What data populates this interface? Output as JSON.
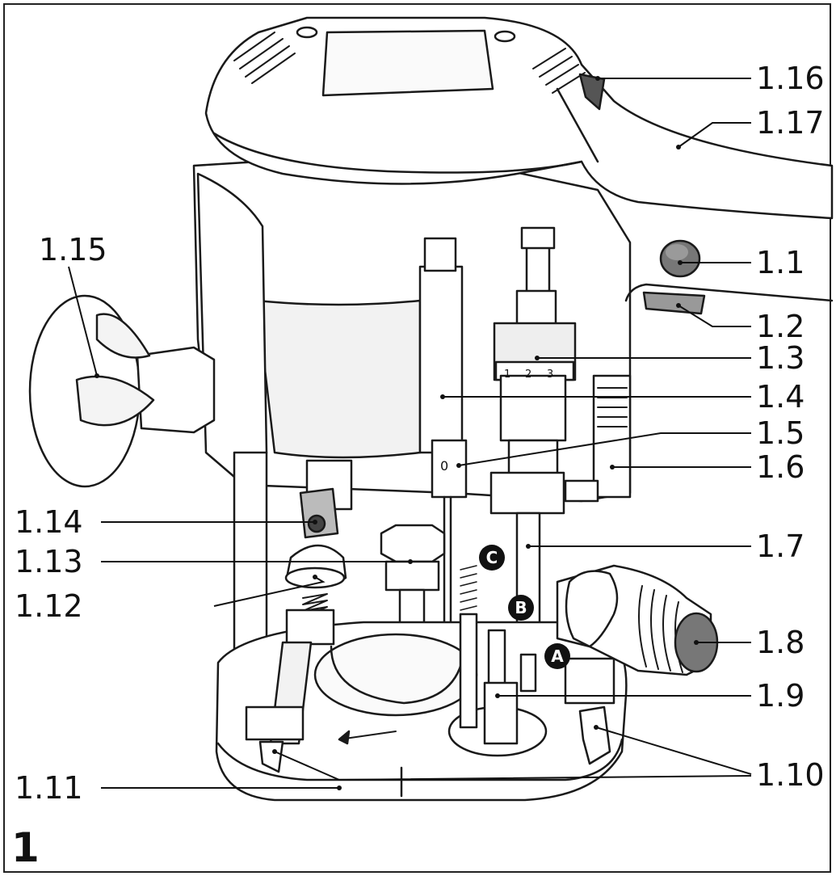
{
  "figure_number": "1",
  "callouts": {
    "c1_1": "1.1",
    "c1_2": "1.2",
    "c1_3": "1.3",
    "c1_4": "1.4",
    "c1_5": "1.5",
    "c1_6": "1.6",
    "c1_7": "1.7",
    "c1_8": "1.8",
    "c1_9": "1.9",
    "c1_10": "1.10",
    "c1_11": "1.11",
    "c1_12": "1.12",
    "c1_13": "1.13",
    "c1_14": "1.14",
    "c1_15": "1.15",
    "c1_16": "1.16",
    "c1_17": "1.17"
  },
  "markers": {
    "a": "A",
    "b": "B",
    "c": "C"
  },
  "scale_digits": [
    "1",
    "2",
    "3"
  ],
  "zero_mark": "0"
}
